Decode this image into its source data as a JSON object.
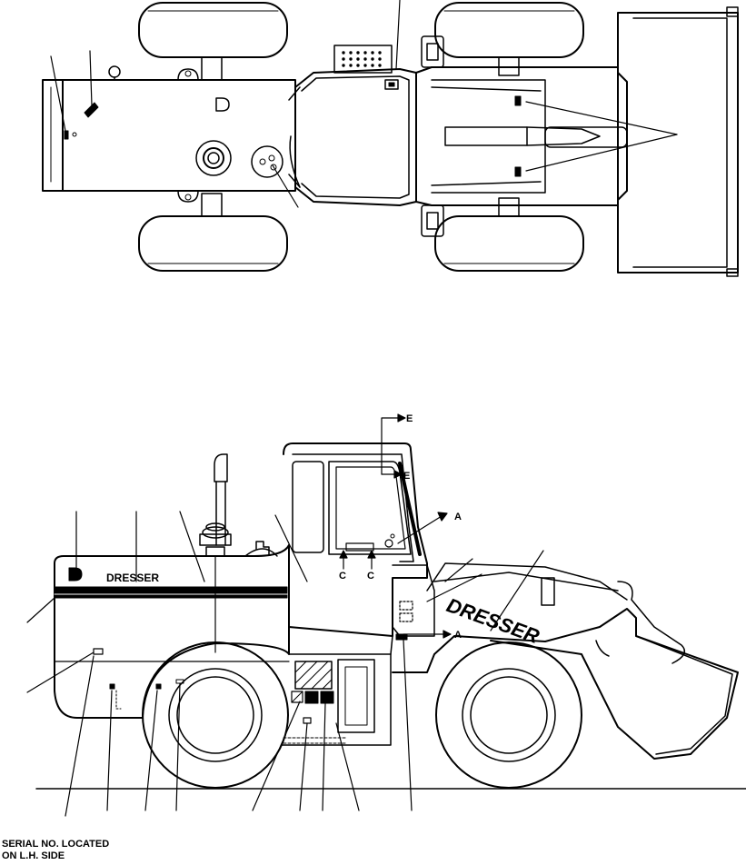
{
  "texts": {
    "brand_hood": "DRESSER",
    "brand_boom": "DRESSER",
    "ref_e_top": "E",
    "ref_e_cab": "E",
    "ref_a_top": "A",
    "ref_a_bottom": "A",
    "ref_c_left": "C",
    "ref_c_right": "C",
    "serial_note_line1": "SERIAL NO. LOCATED",
    "serial_note_line2": "ON L.H. SIDE"
  },
  "colors": {
    "ink": "#000000",
    "paper": "#ffffff"
  }
}
